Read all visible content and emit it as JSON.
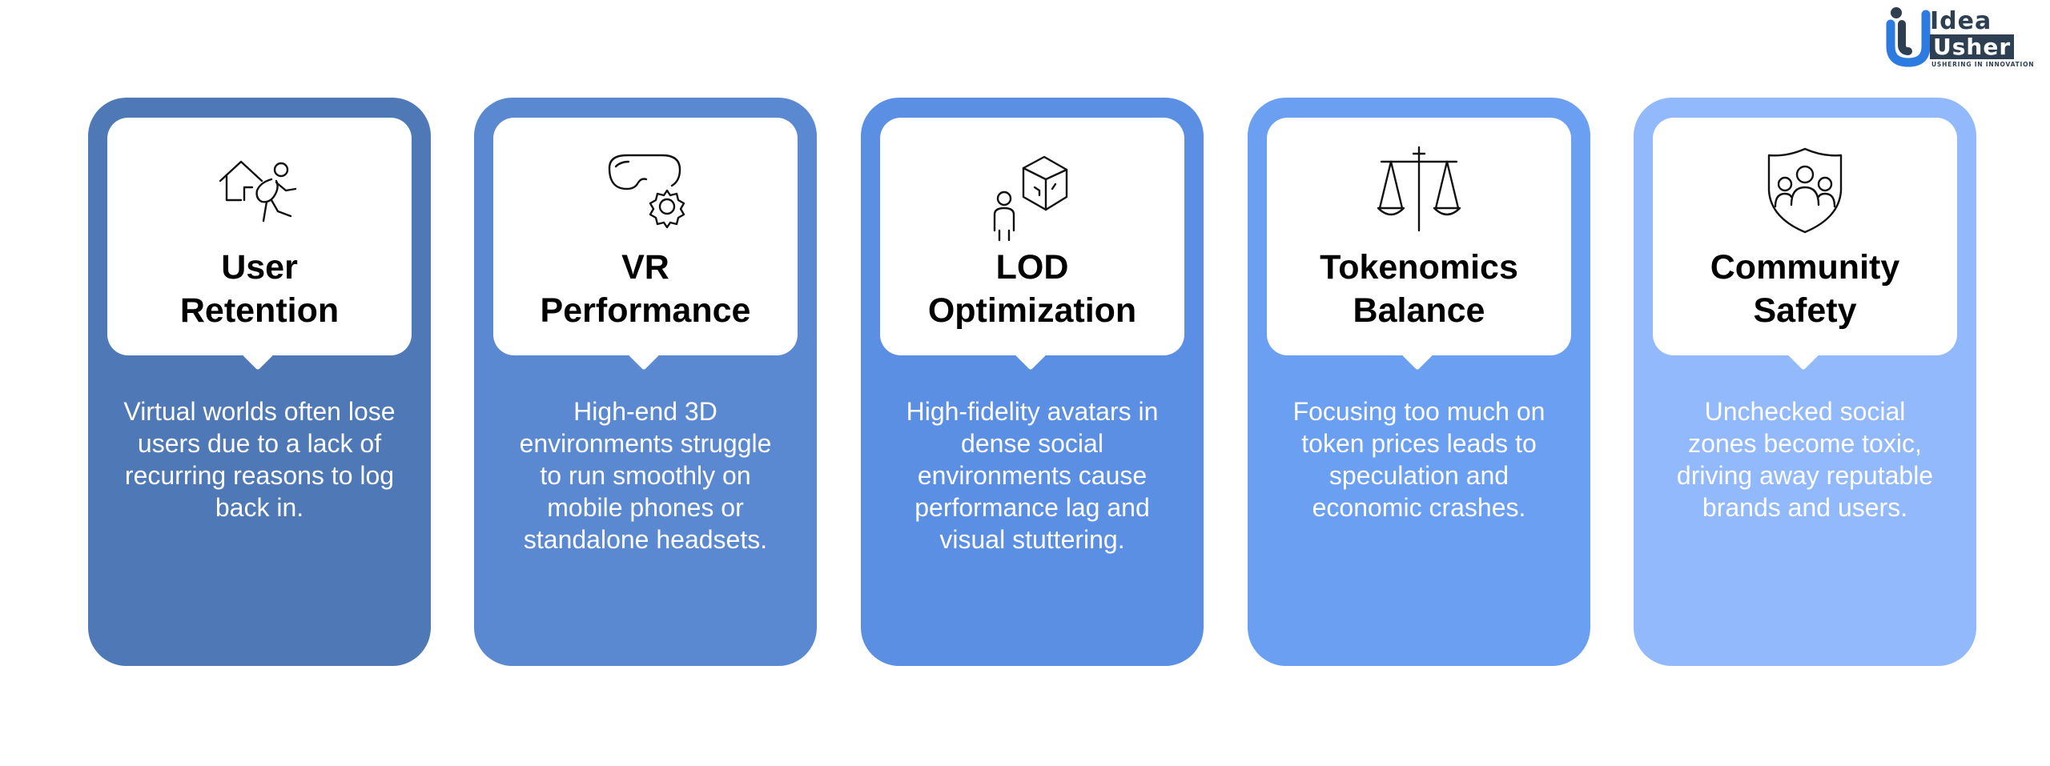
{
  "logo": {
    "word_top": "Idea",
    "word_bottom": "Usher",
    "tagline": "USHERING IN INNOVATION",
    "colors": {
      "dark": "#2e3f52",
      "blue": "#2d7be0"
    }
  },
  "cards": [
    {
      "icon": "house-person-leaving-icon",
      "title_lines": [
        "User",
        "Retention"
      ],
      "description": "Virtual worlds often lose users due to a lack of recurring reasons to log back in.",
      "color": "#4e78b6"
    },
    {
      "icon": "vr-headset-gear-icon",
      "title_lines": [
        "VR",
        "Performance"
      ],
      "description": "High-end 3D environments struggle to run smoothly on mobile phones or standalone headsets.",
      "color": "#5a89d1"
    },
    {
      "icon": "person-cube-icon",
      "title_lines": [
        "LOD",
        "Optimization"
      ],
      "description": "High-fidelity avatars in dense social environments cause performance lag and visual stuttering.",
      "color": "#5a8fe3"
    },
    {
      "icon": "balance-scale-icon",
      "title_lines": [
        "Tokenomics",
        "Balance"
      ],
      "description": "Focusing too much on token prices leads to speculation and economic crashes.",
      "color": "#6a9ff1"
    },
    {
      "icon": "shield-community-icon",
      "title_lines": [
        "Community",
        "Safety"
      ],
      "description": "Unchecked social zones become toxic, driving away reputable brands and users.",
      "color": "#92b9fb"
    }
  ]
}
